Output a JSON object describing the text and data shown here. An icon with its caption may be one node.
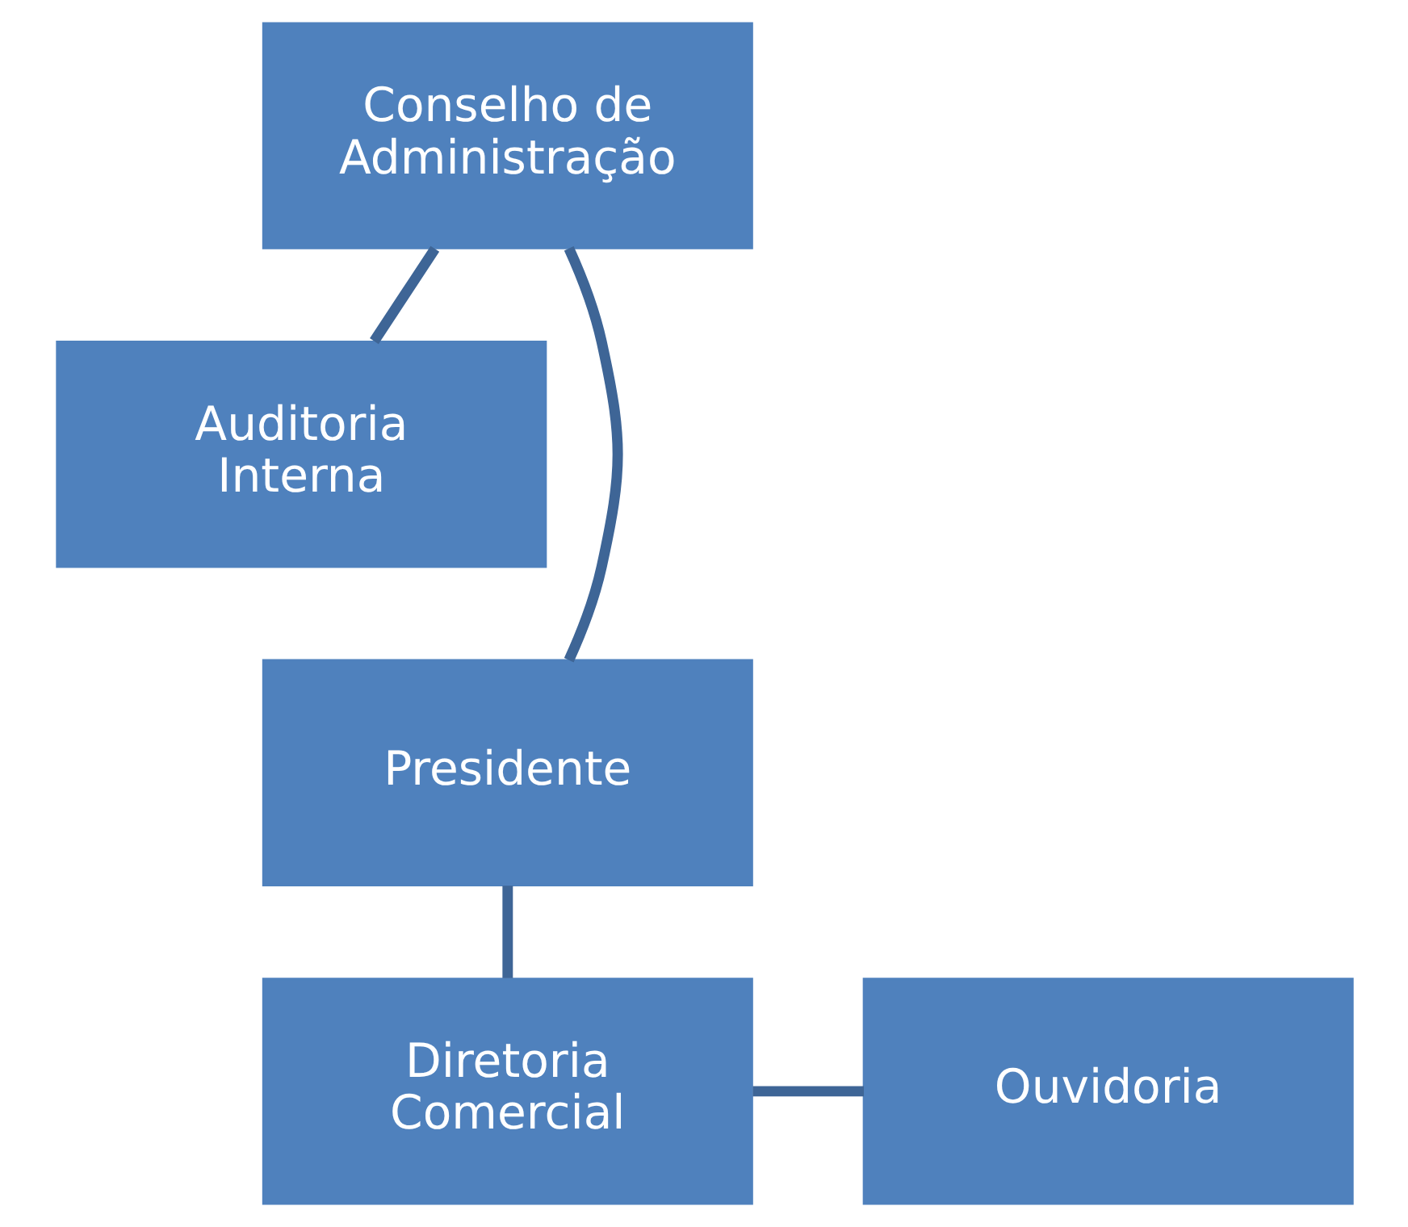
{
  "diagram": {
    "nodes": [
      {
        "text": [
          "Conselho de Administração"
        ]
      },
      {
        "text": [
          "Auditoria Interna"
        ]
      },
      {
        "text": [
          "Presidente"
        ]
      },
      {
        "text": [
          "Diretoria Comercial"
        ]
      },
      {
        "text": [
          "Ouvidoria"
        ]
      }
    ],
    "edges": [
      {
        "from": 0,
        "to": 1,
        "arrow": "none"
      },
      {
        "from": 0,
        "to": 2,
        "arrow": "none"
      },
      {
        "from": 2,
        "to": 3,
        "arrow": "none"
      },
      {
        "from": 3,
        "to": 4,
        "arrow": "none"
      }
    ]
  }
}
